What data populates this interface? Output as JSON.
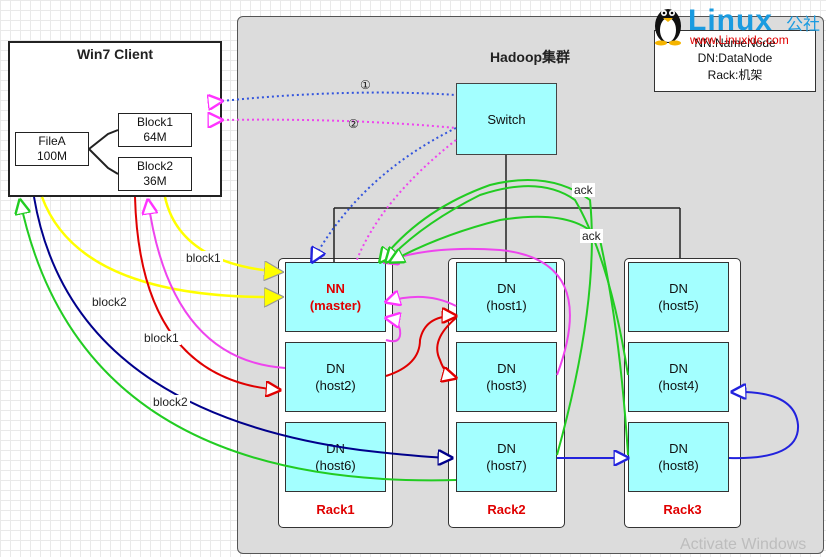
{
  "cluster": {
    "title": "Hadoop集群"
  },
  "client": {
    "title": "Win7 Client",
    "file": {
      "name": "FileA",
      "size": "100M"
    },
    "blocks": [
      {
        "name": "Block1",
        "size": "64M"
      },
      {
        "name": "Block2",
        "size": "36M"
      }
    ]
  },
  "switch": {
    "label": "Switch"
  },
  "racks": [
    {
      "label": "Rack1",
      "nodes": [
        {
          "name": "NN",
          "host": "(master)"
        },
        {
          "name": "DN",
          "host": "(host2)"
        },
        {
          "name": "DN",
          "host": "(host6)"
        }
      ]
    },
    {
      "label": "Rack2",
      "nodes": [
        {
          "name": "DN",
          "host": "(host1)"
        },
        {
          "name": "DN",
          "host": "(host3)"
        },
        {
          "name": "DN",
          "host": "(host7)"
        }
      ]
    },
    {
      "label": "Rack3",
      "nodes": [
        {
          "name": "DN",
          "host": "(host5)"
        },
        {
          "name": "DN",
          "host": "(host4)"
        },
        {
          "name": "DN",
          "host": "(host8)"
        }
      ]
    }
  ],
  "legend": {
    "line1": "NN:NameNode",
    "line2": "DN:DataNode",
    "line3": "Rack:机架"
  },
  "logo": {
    "text": "Linux",
    "cn": "公社",
    "url": "www.Linuxidc.com"
  },
  "edge_labels": {
    "step1": "①",
    "step2": "②",
    "ack1": "ack",
    "ack2": "ack",
    "block1_a": "block1",
    "block2_a": "block2",
    "block1_b": "block1",
    "block2_b": "block2"
  },
  "watermark": "Activate Windows",
  "colors": {
    "node_fill": "#a3ffff",
    "cluster_bg": "#dcdcdc",
    "yellow": "#ffff00",
    "magenta": "#ff33ff",
    "red": "#e00000",
    "navy": "#00008b",
    "green": "#22cc22",
    "blue": "#2222dd",
    "logo_blue": "#1a9be0"
  }
}
